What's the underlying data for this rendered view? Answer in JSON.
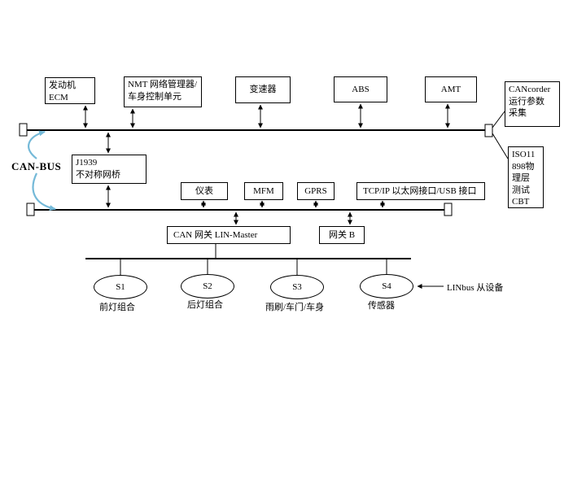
{
  "diagram": {
    "canbus_label": "CAN-BUS",
    "upper_nodes": [
      {
        "id": "ecm",
        "label": "发动机\nECM"
      },
      {
        "id": "nmt",
        "label": "NMT 网络管理器/\n车身控制单元"
      },
      {
        "id": "transmission",
        "label": "变速器"
      },
      {
        "id": "abs",
        "label": "ABS"
      },
      {
        "id": "amt",
        "label": "AMT"
      }
    ],
    "right_nodes": [
      {
        "id": "cancorder",
        "label": "CANcorder\n运行参数\n采集"
      },
      {
        "id": "iso11898",
        "label": "ISO11\n898物\n理层\n测试\nCBT"
      }
    ],
    "bridge": {
      "id": "j1939",
      "label": "J1939\n不对称网桥"
    },
    "lower_nodes": [
      {
        "id": "instrument",
        "label": "仪表"
      },
      {
        "id": "mfm",
        "label": "MFM"
      },
      {
        "id": "gprs",
        "label": "GPRS"
      },
      {
        "id": "tcpip",
        "label": "TCP/IP 以太网接口/USB 接口"
      }
    ],
    "gateways": [
      {
        "id": "can-gateway-lin-master",
        "label": "CAN 网关 LIN-Master"
      },
      {
        "id": "gateway-b",
        "label": "网关 B"
      }
    ],
    "lin_nodes": [
      {
        "id": "s1",
        "label": "S1",
        "caption": "前灯组合"
      },
      {
        "id": "s2",
        "label": "S2",
        "caption": "后灯组合"
      },
      {
        "id": "s3",
        "label": "S3",
        "caption": "雨刷/车门/车身"
      },
      {
        "id": "s4",
        "label": "S4",
        "caption": "传感器"
      }
    ],
    "lin_slave_label": "LINbus 从设备",
    "colors": {
      "line": "#000000",
      "canbus_arrow": "#74b9d8",
      "background": "#ffffff"
    }
  }
}
